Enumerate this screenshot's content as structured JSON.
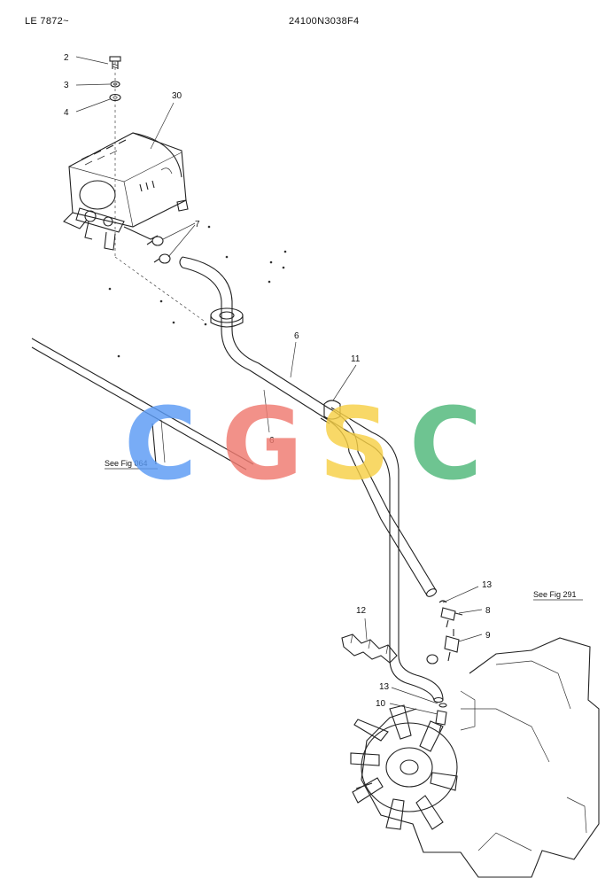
{
  "header": {
    "left_code": "LE 7872~",
    "center_code": "24100N3038F4"
  },
  "callouts": {
    "c2": "2",
    "c3": "3",
    "c4": "4",
    "c30": "30",
    "c7": "7",
    "c6a": "6",
    "c6b": "6",
    "c11": "11",
    "c13a": "13",
    "c8": "8",
    "c9": "9",
    "c12": "12",
    "c13b": "13",
    "c10": "10"
  },
  "references": {
    "ref_left": "See Fig 064",
    "ref_right": "See Fig 291"
  },
  "watermark": {
    "letters": [
      "C",
      "G",
      "S",
      "C"
    ],
    "colors": [
      "#5b9bf5",
      "#f07a70",
      "#f7d046",
      "#4fb87a"
    ]
  }
}
